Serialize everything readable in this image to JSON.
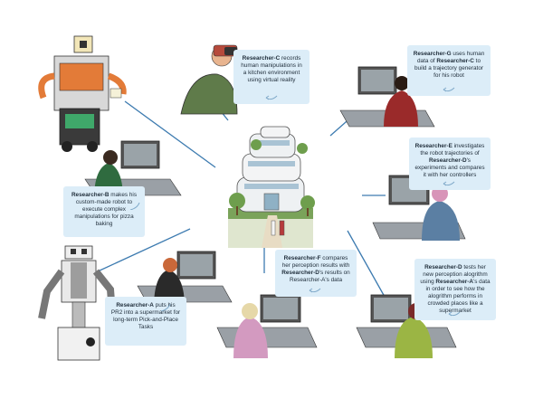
{
  "captions": {
    "c": {
      "who": "Researcher-C",
      "text": " records human manipulations in a kitchen environment using virtual reality"
    },
    "g": {
      "who": "Researcher-G",
      "text": " uses human data of ",
      "who2": "Researcher-C",
      "text2": " to build a trajectory generator for his robot"
    },
    "e": {
      "who": "Researcher-E",
      "text": " investigates the robot trajectories of ",
      "who2": "Researcher-D",
      "text2": "'s experiments and compares it with her controllers"
    },
    "b": {
      "who": "Researcher-B",
      "text": " makes his custom-made robot to execute complex manipulations for pizza baking"
    },
    "f": {
      "who": "Researcher-F",
      "text": " compares her perception results with ",
      "who2": "Researcher-D",
      "text2": "'s results on Researcher-A's data"
    },
    "d": {
      "who": "Researcher-D",
      "text": " tests her new perception alogrithm using ",
      "who2": "Researcher-A",
      "text2": "'s data in order to see how the alogrithm performs in crowded places like a supermarket"
    },
    "a": {
      "who": "Researcher-A",
      "text": " puts his PR2 into a supermarket for long-term Pick-and-Place Tasks"
    }
  },
  "colors": {
    "caption_bg": "#dcedf8",
    "connector": "#3d7bb0",
    "desk": "#9aa0a6",
    "skin": "#e8b48f"
  },
  "icons": [
    "central-building-illustration",
    "boxy-robot-illustration",
    "pr2-robot-illustration",
    "vr-headset-illustration",
    "workstation-illustration"
  ]
}
